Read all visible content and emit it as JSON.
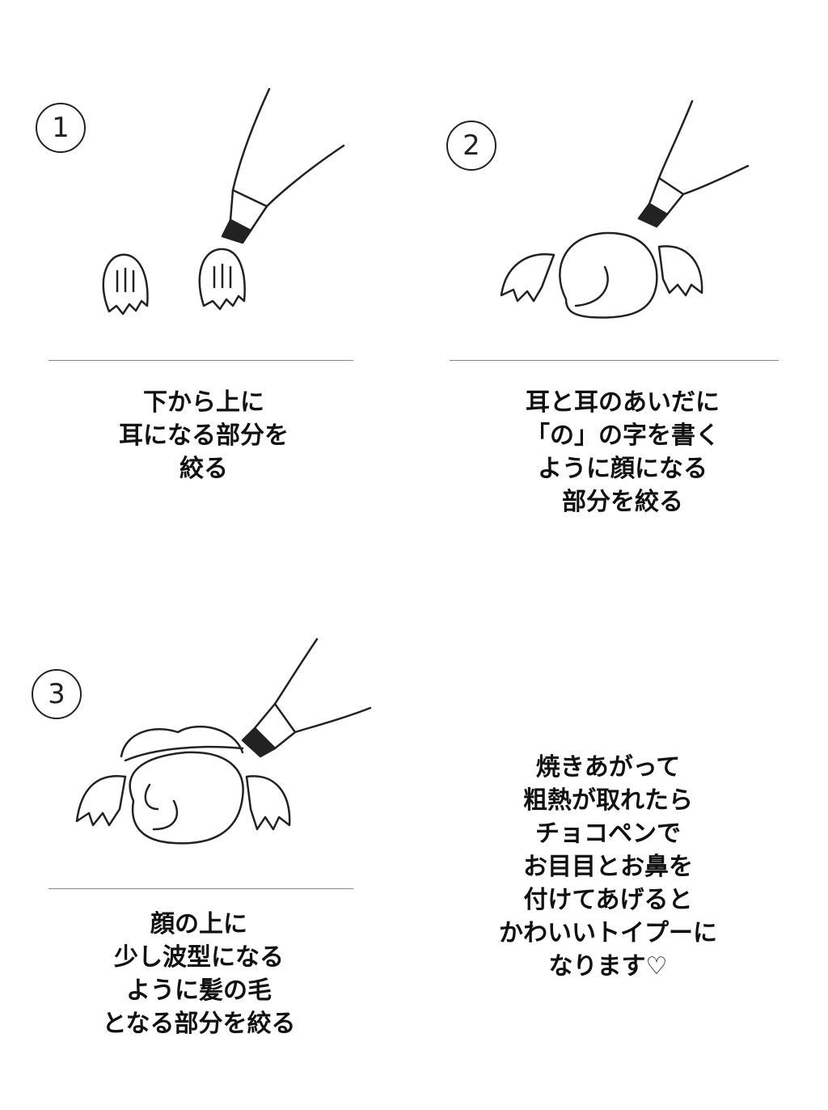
{
  "steps": [
    {
      "number": "1",
      "lines": [
        "下から上に",
        "耳になる部分を",
        "絞る"
      ]
    },
    {
      "number": "2",
      "lines": [
        "耳と耳のあいだに",
        "「の」の字を書く",
        "ように顔になる",
        "部分を絞る"
      ]
    },
    {
      "number": "3",
      "lines": [
        "顔の上に",
        "少し波型になる",
        "ように髪の毛",
        "となる部分を絞る"
      ]
    }
  ],
  "final": {
    "lines": [
      "焼きあがって",
      "粗熱が取れたら",
      "チョコペンで",
      "お目目とお鼻を",
      "付けてあげると",
      "かわいいトイプーに",
      "なります♡"
    ]
  }
}
